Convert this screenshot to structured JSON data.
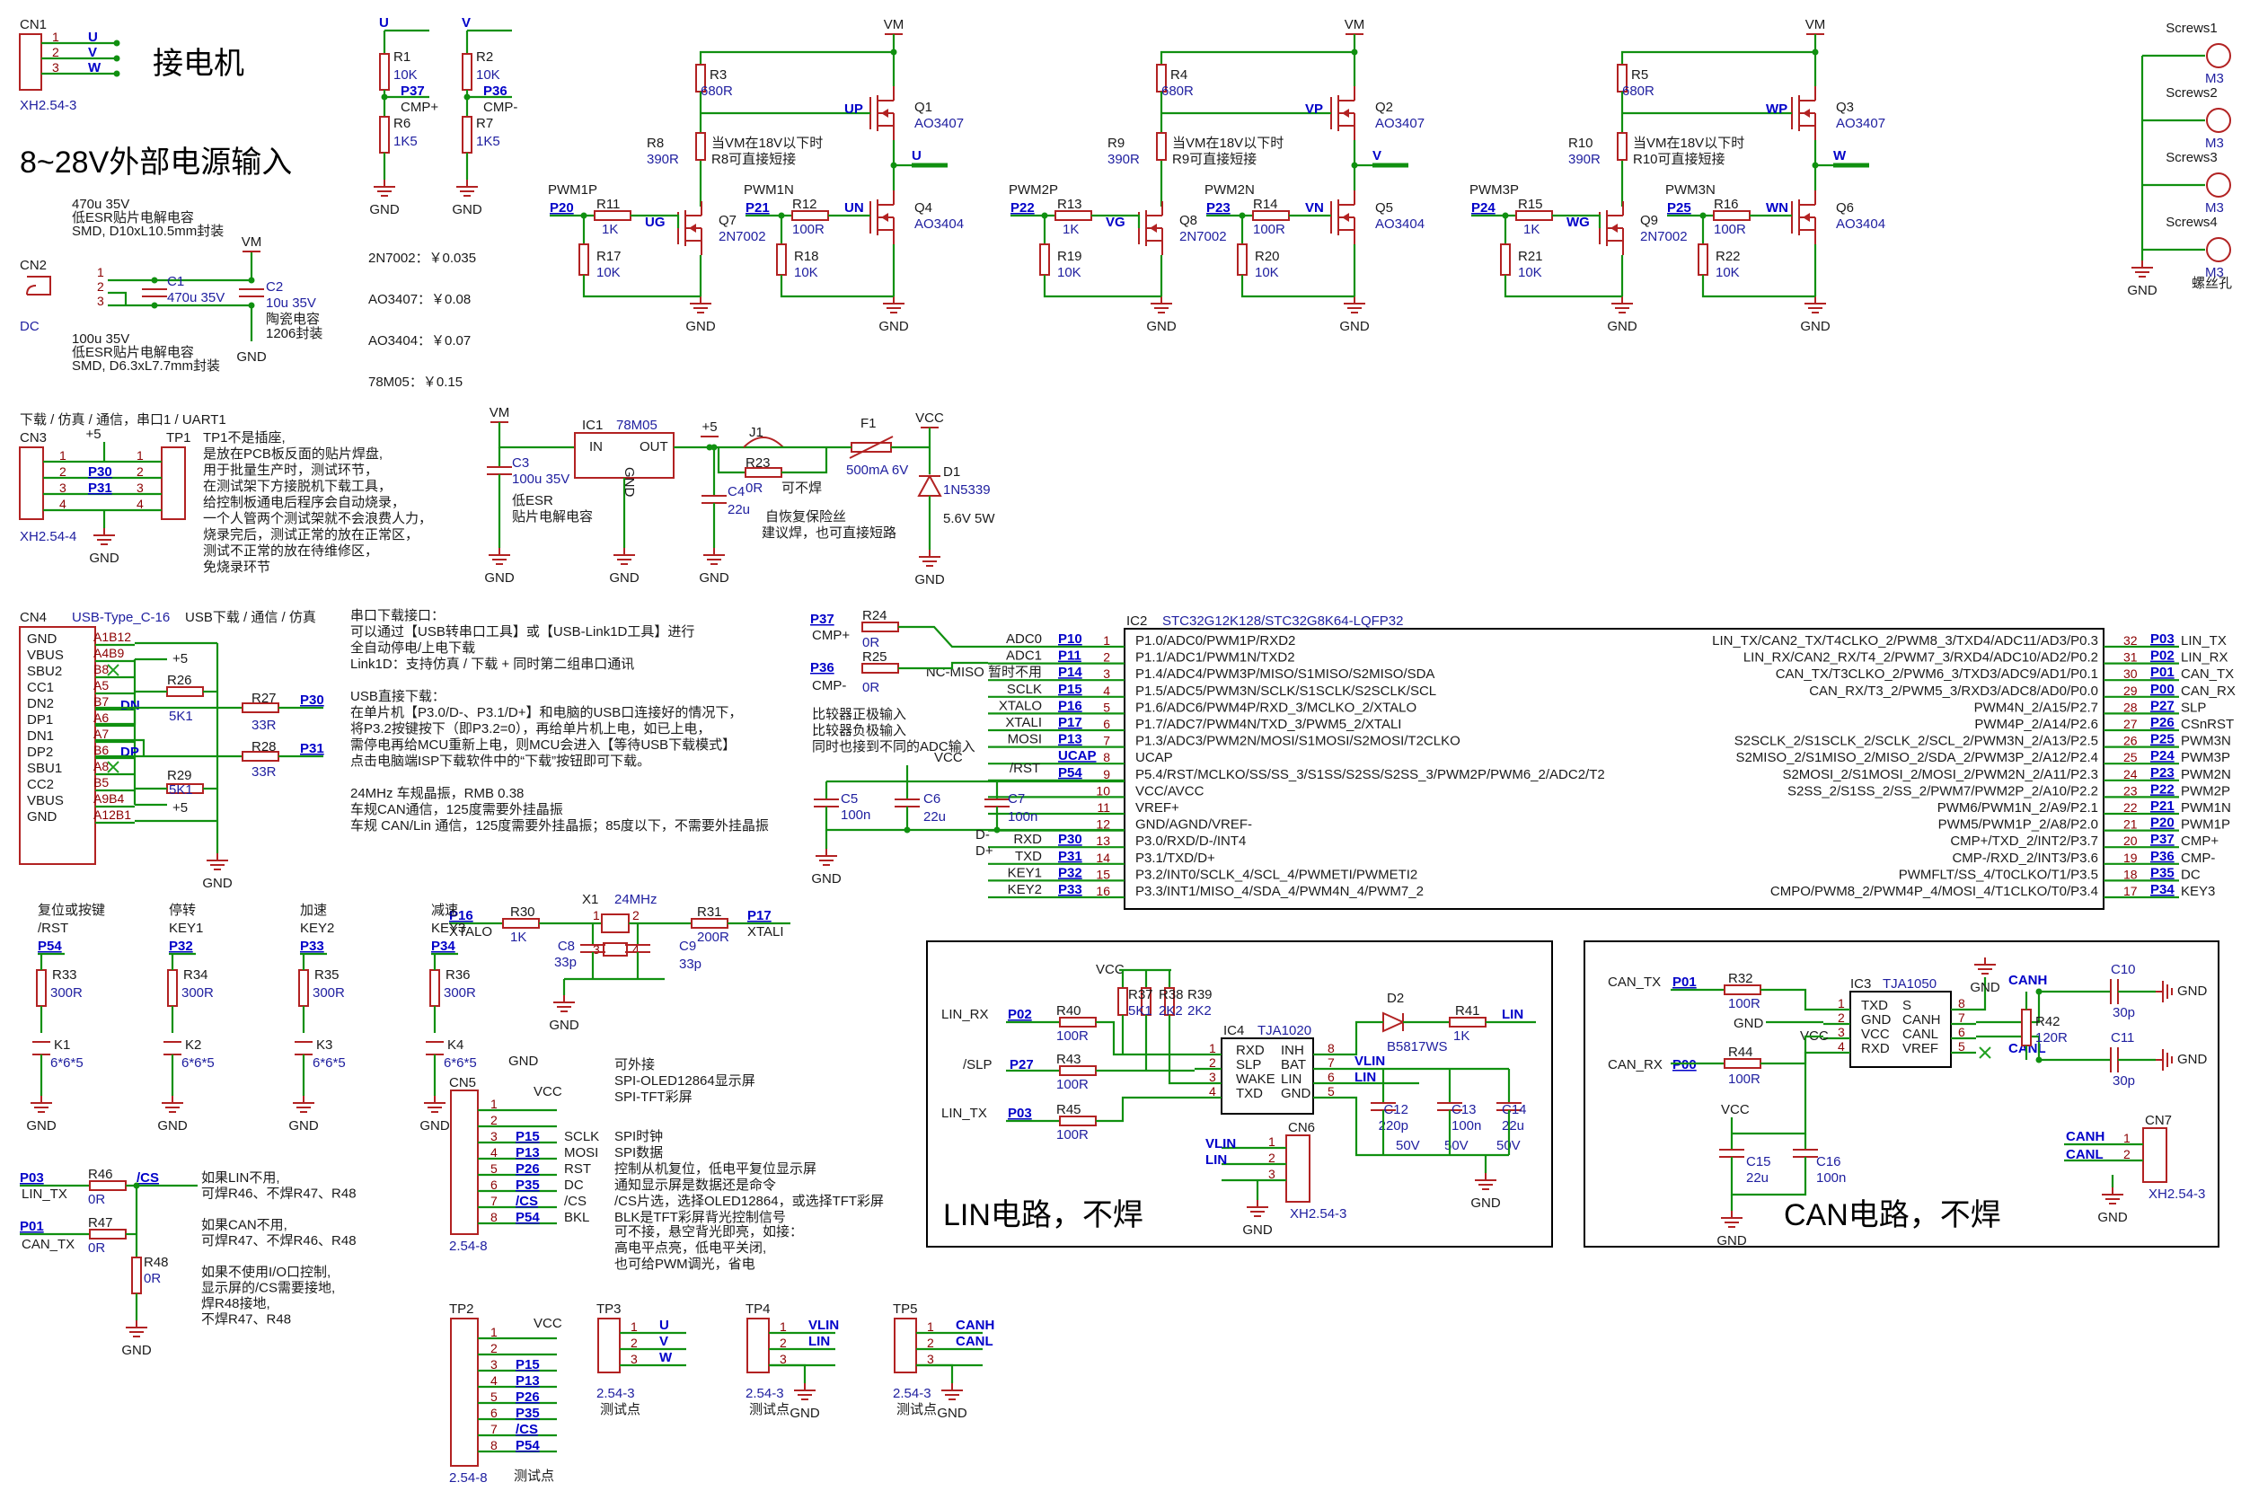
{
  "connectors": {
    "cn1": {
      "ref": "CN1",
      "pkg": "XH2.54-3",
      "pins": [
        "1",
        "2",
        "3"
      ],
      "nets": [
        "U",
        "V",
        "W"
      ],
      "title": "接电机"
    },
    "power_title": "8~28V外部电源输入",
    "cn2": {
      "ref": "CN2",
      "label": "DC",
      "pins": [
        "1",
        "2",
        "3"
      ]
    },
    "c1": {
      "ref": "C1",
      "val": "470u 35V"
    },
    "c2": {
      "ref": "C2",
      "val": "10u 35V",
      "note": [
        "陶瓷电容",
        "1206封装"
      ]
    },
    "c1_note": [
      "470u 35V",
      "低ESR贴片电解电容",
      "SMD, D10xL10.5mm封装"
    ],
    "c_low_note": [
      "100u 35V",
      "低ESR贴片电解电容",
      "SMD, D6.3xL7.7mm封装"
    ]
  },
  "nets": {
    "vm": "VM",
    "gnd": "GND",
    "vcc": "VCC",
    "p5": "+5"
  },
  "cmp": {
    "r1": {
      "ref": "R1",
      "val": "10K"
    },
    "r6": {
      "ref": "R6",
      "val": "1K5"
    },
    "r2": {
      "ref": "R2",
      "val": "10K"
    },
    "r7": {
      "ref": "R7",
      "val": "1K5"
    },
    "p37": "P37",
    "cmpp": "CMP+",
    "p36": "P36",
    "cmpm": "CMP-",
    "u": "U",
    "v": "V"
  },
  "prices": [
    "2N7002：￥0.035",
    "AO3407：￥0.08",
    "AO3404：￥0.07",
    "78M05：￥0.15"
  ],
  "bridges": [
    {
      "r3": "R3",
      "r3v": "680R",
      "r8": "R8",
      "r8v": "390R",
      "note1": "当VM在18V以下时",
      "note2": "R8可直接短接",
      "hi": "UP",
      "lo": "UN",
      "gate": "UG",
      "out": "U",
      "qh": "Q1",
      "qhv": "AO3407",
      "ql": "Q4",
      "qlv": "AO3404",
      "qd": "Q7",
      "qdv": "2N7002",
      "pwmp": "PWM1P",
      "pp": "P20",
      "pwmn": "PWM1N",
      "pn": "P21",
      "r11": "R11",
      "r12": "R12",
      "r17": "R17",
      "r18": "R18"
    },
    {
      "r3": "R4",
      "r3v": "680R",
      "r8": "R9",
      "r8v": "390R",
      "note1": "当VM在18V以下时",
      "note2": "R9可直接短接",
      "hi": "VP",
      "lo": "VN",
      "gate": "VG",
      "out": "V",
      "qh": "Q2",
      "qhv": "AO3407",
      "ql": "Q5",
      "qlv": "AO3404",
      "qd": "Q8",
      "qdv": "2N7002",
      "pwmp": "PWM2P",
      "pp": "P22",
      "pwmn": "PWM2N",
      "pn": "P23",
      "r11": "R13",
      "r12": "R14",
      "r17": "R19",
      "r18": "R20"
    },
    {
      "r3": "R5",
      "r3v": "680R",
      "r8": "R10",
      "r8v": "390R",
      "note1": "当VM在18V以下时",
      "note2": "R10可直接短接",
      "hi": "WP",
      "lo": "WN",
      "gate": "WG",
      "out": "W",
      "qh": "Q3",
      "qhv": "AO3407",
      "ql": "Q6",
      "qlv": "AO3404",
      "qd": "Q9",
      "qdv": "2N7002",
      "pwmp": "PWM3P",
      "pp": "P24",
      "pwmn": "PWM3N",
      "pn": "P25",
      "r11": "R15",
      "r12": "R16",
      "r17": "R21",
      "r18": "R22"
    }
  ],
  "bridge_vals": {
    "k1": "1K",
    "r100": "100R",
    "k10": "10K"
  },
  "screws": {
    "items": [
      "Screws1",
      "Screws2",
      "Screws3",
      "Screws4"
    ],
    "m3": "M3",
    "note": "螺丝孔"
  },
  "download": {
    "title": "下载 / 仿真 / 通信，串口1 / UART1",
    "cn3": "CN3",
    "tp1": "TP1",
    "pkg": "XH2.54-4",
    "pins": [
      "1",
      "2",
      "3",
      "4"
    ],
    "nets": [
      "+5",
      "P30",
      "P31"
    ],
    "note": [
      "TP1不是插座,",
      "是放在PCB板反面的贴片焊盘,",
      "用于批量生产时，测试环节，",
      "在测试架下方接脱机下载工具，",
      "给控制板通电后程序会自动烧录，",
      "一个人管两个测试架就不会浪费人力，",
      "烧录完后，测试正常的放在正常区，",
      "测试不正常的放在待维修区，",
      "免烧录环节"
    ]
  },
  "ldo": {
    "ic": "IC1",
    "part": "78M05",
    "in": "IN",
    "out": "OUT",
    "gnd": "GND",
    "c3": "C3",
    "c3v": "100u 35V",
    "c3n": [
      "低ESR",
      "贴片电解电容"
    ],
    "c4": "C4",
    "c4v": "22u",
    "j1": "J1",
    "j1n": "可不焊",
    "r23": "R23",
    "r23v": "0R",
    "f1": "F1",
    "f1v": "500mA 6V",
    "f1n": [
      "自恢复保险丝",
      "建议焊，也可直接短路"
    ],
    "d1": "D1",
    "d1v": "1N5339",
    "d1n": "5.6V 5W"
  },
  "usb": {
    "cn4": "CN4",
    "title": "USB-Type_C-16",
    "sub": "USB下载 / 通信 / 仿真",
    "pins": [
      "GND",
      "VBUS",
      "SBU2",
      "CC1",
      "DN2",
      "DP1",
      "DN1",
      "DP2",
      "SBU1",
      "CC2",
      "VBUS",
      "GND"
    ],
    "pnums": [
      "A1B12",
      "A4B9",
      "B8",
      "A5",
      "B7",
      "A6",
      "A7",
      "B6",
      "A8",
      "B5",
      "A9B4",
      "A12B1"
    ],
    "dn": "DN",
    "dp": "DP",
    "r26": "R26",
    "r26v": "5K1",
    "r29": "R29",
    "r29v": "5K1",
    "r27": "R27",
    "r27v": "33R",
    "r28": "R28",
    "r28v": "33R",
    "note": [
      "串口下载接口：",
      "可以通过【USB转串口工具】或【USB-Link1D工具】进行",
      "全自动停电/上电下载",
      "Link1D：支持仿真 / 下载 + 同时第二组串口通讯",
      "",
      "USB直接下载：",
      "在单片机【P3.0/D-、P3.1/D+】和电脑的USB口连接好的情况下，",
      "将P3.2按键按下（即P3.2=0），再给单片机上电，如已上电，",
      "需停电再给MCU重新上电，则MCU会进入【等待USB下载模式】",
      "点击电脑端ISP下载软件中的“下载”按钮即可下载。",
      "",
      "24MHz 车规晶振，RMB 0.38",
      "车规CAN通信，125度需要外挂晶振",
      "车规 CAN/Lin 通信，125度需要外挂晶振；85度以下，不需要外挂晶振"
    ]
  },
  "mcu": {
    "ic": "IC2",
    "part": "STC32G12K128/STC32G8K64-LQFP32",
    "left": [
      "P1.0/ADC0/PWM1P/RXD2",
      "P1.1/ADC1/PWM1N/TXD2",
      "P1.4/ADC4/PWM3P/MISO/S1MISO/S2MISO/SDA",
      "P1.5/ADC5/PWM3N/SCLK/S1SCLK/S2SCLK/SCL",
      "P1.6/ADC6/PWM4P/RXD_3/MCLKO_2/XTALO",
      "P1.7/ADC7/PWM4N/TXD_3/PWM5_2/XTALI",
      "P1.3/ADC3/PWM2N/MOSI/S1MOSI/S2MOSI/T2CLKO",
      "UCAP",
      "P5.4/RST/MCLKO/SS/SS_3/S1SS/S2SS/S2SS_3/PWM2P/PWM6_2/ADC2/T2",
      "VCC/AVCC",
      "VREF+",
      "GND/AGND/VREF-",
      "P3.0/RXD/D-/INT4",
      "P3.1/TXD/D+",
      "P3.2/INT0/SCLK_4/SCL_4/PWMETI/PWMETI2",
      "P3.3/INT1/MISO_4/SDA_4/PWM4N_4/PWM7_2"
    ],
    "lnum": [
      "1",
      "2",
      "3",
      "4",
      "5",
      "6",
      "7",
      "8",
      "9",
      "10",
      "11",
      "12",
      "13",
      "14",
      "15",
      "16"
    ],
    "lnet": [
      "P10",
      "P11",
      "P14",
      "P15",
      "P16",
      "P17",
      "P13",
      "UCAP",
      "P54",
      "",
      "",
      "",
      "P30",
      "P31",
      "P32",
      "P33"
    ],
    "lfunc": [
      "ADC0",
      "ADC1",
      "NC-MISO 暂时不用",
      "SCLK",
      "XTALO",
      "XTALI",
      "MOSI",
      "",
      "",
      "",
      "",
      "",
      "RXD",
      "TXD",
      "KEY1",
      "KEY2"
    ],
    "right": [
      "LIN_TX/CAN2_TX/T4CLKO_2/PWM8_3/TXD4/ADC11/AD3/P0.3",
      "LIN_RX/CAN2_RX/T4_2/PWM7_3/RXD4/ADC10/AD2/P0.2",
      "CAN_TX/T3CLKO_2/PWM6_3/TXD3/ADC9/AD1/P0.1",
      "CAN_RX/T3_2/PWM5_3/RXD3/ADC8/AD0/P0.0",
      "PWM4N_2/A15/P2.7",
      "PWM4P_2/A14/P2.6",
      "S2SCLK_2/S1SCLK_2/SCLK_2/SCL_2/PWM3N_2/A13/P2.5",
      "S2MISO_2/S1MISO_2/MISO_2/SDA_2/PWM3P_2/A12/P2.4",
      "S2MOSI_2/S1MOSI_2/MOSI_2/PWM2N_2/A11/P2.3",
      "S2SS_2/S1SS_2/SS_2/PWM7/PWM2P_2/A10/P2.2",
      "PWM6/PWM1N_2/A9/P2.1",
      "PWM5/PWM1P_2/A8/P2.0",
      "CMP+/TXD_2/INT2/P3.7",
      "CMP-/RXD_2/INT3/P3.6",
      "PWMFLT/SS_4/T0CLKO/T1/P3.5",
      "CMPO/PWM8_2/PWM4P_4/MOSI_4/T1CLKO/T0/P3.4"
    ],
    "rnum": [
      "32",
      "31",
      "30",
      "29",
      "28",
      "27",
      "26",
      "25",
      "24",
      "23",
      "22",
      "21",
      "20",
      "19",
      "18",
      "17"
    ],
    "rnet": [
      "P03",
      "P02",
      "P01",
      "P00",
      "P27",
      "P26",
      "P25",
      "P24",
      "P23",
      "P22",
      "P21",
      "P20",
      "P37",
      "P36",
      "P35",
      "P34"
    ],
    "rfunc": [
      "LIN_TX",
      "LIN_RX",
      "CAN_TX",
      "CAN_RX",
      "SLP",
      "CSnRST",
      "PWM3N",
      "PWM3P",
      "PWM2N",
      "PWM2P",
      "PWM1N",
      "PWM1P",
      "CMP+",
      "CMP-",
      "DC",
      "KEY3"
    ],
    "in_left": {
      "p37": "P37",
      "cmpp": "CMP+",
      "r24": "R24",
      "r24v": "0R",
      "p36": "P36",
      "cmpm": "CMP-",
      "r25": "R25",
      "r25v": "0R"
    },
    "cmp_note": [
      "比较器正极输入",
      "比较器负极输入",
      "同时也接到不同的ADC输入"
    ],
    "c5": "C5",
    "c5v": "100n",
    "c6": "C6",
    "c6v": "22u",
    "c7": "C7",
    "c7v": "100n",
    "rst": "/RST",
    "dm": "D-",
    "dpl": "D+"
  },
  "crystal": {
    "p16": "P16",
    "xtalo": "XTALO",
    "r30": "R30",
    "r30v": "1K",
    "x1": "X1",
    "x1v": "24MHz",
    "r31": "R31",
    "r31v": "200R",
    "p17": "P17",
    "xtali": "XTALI",
    "c8": "C8",
    "c8v": "33p",
    "c9": "C9",
    "c9v": "33p",
    "pins": [
      "1",
      "2",
      "3",
      "4"
    ]
  },
  "keys": [
    {
      "t1": "复位或按键",
      "t2": "/RST",
      "net": "P54",
      "r": "R33",
      "rv": "300R",
      "k": "K1",
      "kv": "6*6*5"
    },
    {
      "t1": "停转",
      "t2": "KEY1",
      "net": "P32",
      "r": "R34",
      "rv": "300R",
      "k": "K2",
      "kv": "6*6*5"
    },
    {
      "t1": "加速",
      "t2": "KEY2",
      "net": "P33",
      "r": "R35",
      "rv": "300R",
      "k": "K3",
      "kv": "6*6*5"
    },
    {
      "t1": "减速",
      "t2": "KEY3",
      "net": "P34",
      "r": "R36",
      "rv": "300R",
      "k": "K4",
      "kv": "6*6*5"
    }
  ],
  "cs": {
    "p03": "P03",
    "lintx": "LIN_TX",
    "r46": "R46",
    "r46v": "0R",
    "cs": "/CS",
    "p01": "P01",
    "cantx": "CAN_TX",
    "r47": "R47",
    "r47v": "0R",
    "r48": "R48",
    "r48v": "0R",
    "note": [
      "如果LIN不用,",
      "可焊R46、不焊R47、R48",
      "",
      "如果CAN不用,",
      "可焊R47、不焊R46、R48",
      "",
      "如果不使用I/O口控制,",
      "显示屏的/CS需要接地,",
      "焊R48接地,",
      "不焊R47、R48"
    ]
  },
  "cn5": {
    "ref": "CN5",
    "pkg": "2.54-8",
    "pins": [
      "1",
      "2",
      "3",
      "4",
      "5",
      "6",
      "7",
      "8"
    ],
    "nets": [
      "P15",
      "P13",
      "P26",
      "P35",
      "/CS",
      "P54"
    ],
    "func": [
      "SCLK",
      "MOSI",
      "RST",
      "DC",
      "/CS",
      "BKL"
    ],
    "desc": [
      "SPI时钟",
      "SPI数据",
      "控制从机复位，低电平复位显示屏",
      "通知显示屏是数据还是命令",
      "/CS片选，选择OLED12864，或选择TFT彩屏",
      "BLK是TFT彩屏背光控制信号"
    ],
    "head": [
      "可外接",
      "SPI-OLED12864显示屏",
      "SPI-TFT彩屏"
    ],
    "tail": [
      "可不接，悬空背光即亮，如接：",
      "高电平点亮，低电平关闭,",
      "也可给PWM调光，省电"
    ]
  },
  "tp": {
    "tp2": "TP2",
    "pkg8": "2.54-8",
    "tp3": "TP3",
    "tp4": "TP4",
    "tp5": "TP5",
    "pkg3": "2.54-3",
    "test": "测试点",
    "tp3n": [
      "U",
      "V",
      "W"
    ],
    "tp4n": [
      "VLIN",
      "LIN"
    ],
    "tp5n": [
      "CANH",
      "CANL"
    ]
  },
  "lin": {
    "title": "LIN电路，不焊",
    "ic": "IC4",
    "part": "TJA1020",
    "lpins": [
      "RXD",
      "SLP",
      "WAKE",
      "TXD"
    ],
    "rpins": [
      "INH",
      "BAT",
      "LIN",
      "GND"
    ],
    "lnum": [
      "1",
      "2",
      "3",
      "4"
    ],
    "rnum": [
      "8",
      "7",
      "6",
      "5"
    ],
    "linrx": "LIN_RX",
    "p02": "P02",
    "slp": "/SLP",
    "p27": "P27",
    "lintx": "LIN_TX",
    "p03": "P03",
    "r40": "R40",
    "r43": "R43",
    "r45": "R45",
    "r100": "100R",
    "r37": "R37",
    "r38": "R38",
    "r39": "R39",
    "r37v": "5K1",
    "r38v": "2K2",
    "r39v": "2K2",
    "d2": "D2",
    "d2v": "B5817WS",
    "r41": "R41",
    "r41v": "1K",
    "lin": "LIN",
    "vlin": "VLIN",
    "c12": "C12",
    "c12v": "220p",
    "c13": "C13",
    "c13v": "100n",
    "c14": "C14",
    "c14v": "22u",
    "v50": "50V",
    "cn6": "CN6",
    "cn6p": "XH2.54-3",
    "pins": [
      "1",
      "2",
      "3"
    ]
  },
  "can": {
    "title": "CAN电路，不焊",
    "ic": "IC3",
    "part": "TJA1050",
    "lpins": [
      "TXD",
      "GND",
      "VCC",
      "RXD"
    ],
    "rpins": [
      "S",
      "CANH",
      "CANL",
      "VREF"
    ],
    "lnum": [
      "1",
      "2",
      "3",
      "4"
    ],
    "rnum": [
      "8",
      "7",
      "6",
      "5"
    ],
    "cantx": "CAN_TX",
    "p01": "P01",
    "canrx": "CAN_RX",
    "p00": "P00",
    "r32": "R32",
    "r44": "R44",
    "r100": "100R",
    "r42": "R42",
    "r42v": "120R",
    "canh": "CANH",
    "canl": "CANL",
    "c10": "C10",
    "c11": "C11",
    "c30p": "30p",
    "c15": "C15",
    "c15v": "22u",
    "c16": "C16",
    "c16v": "100n",
    "cn7": "CN7",
    "cn7p": "XH2.54-3",
    "pins": [
      "1",
      "2"
    ]
  }
}
